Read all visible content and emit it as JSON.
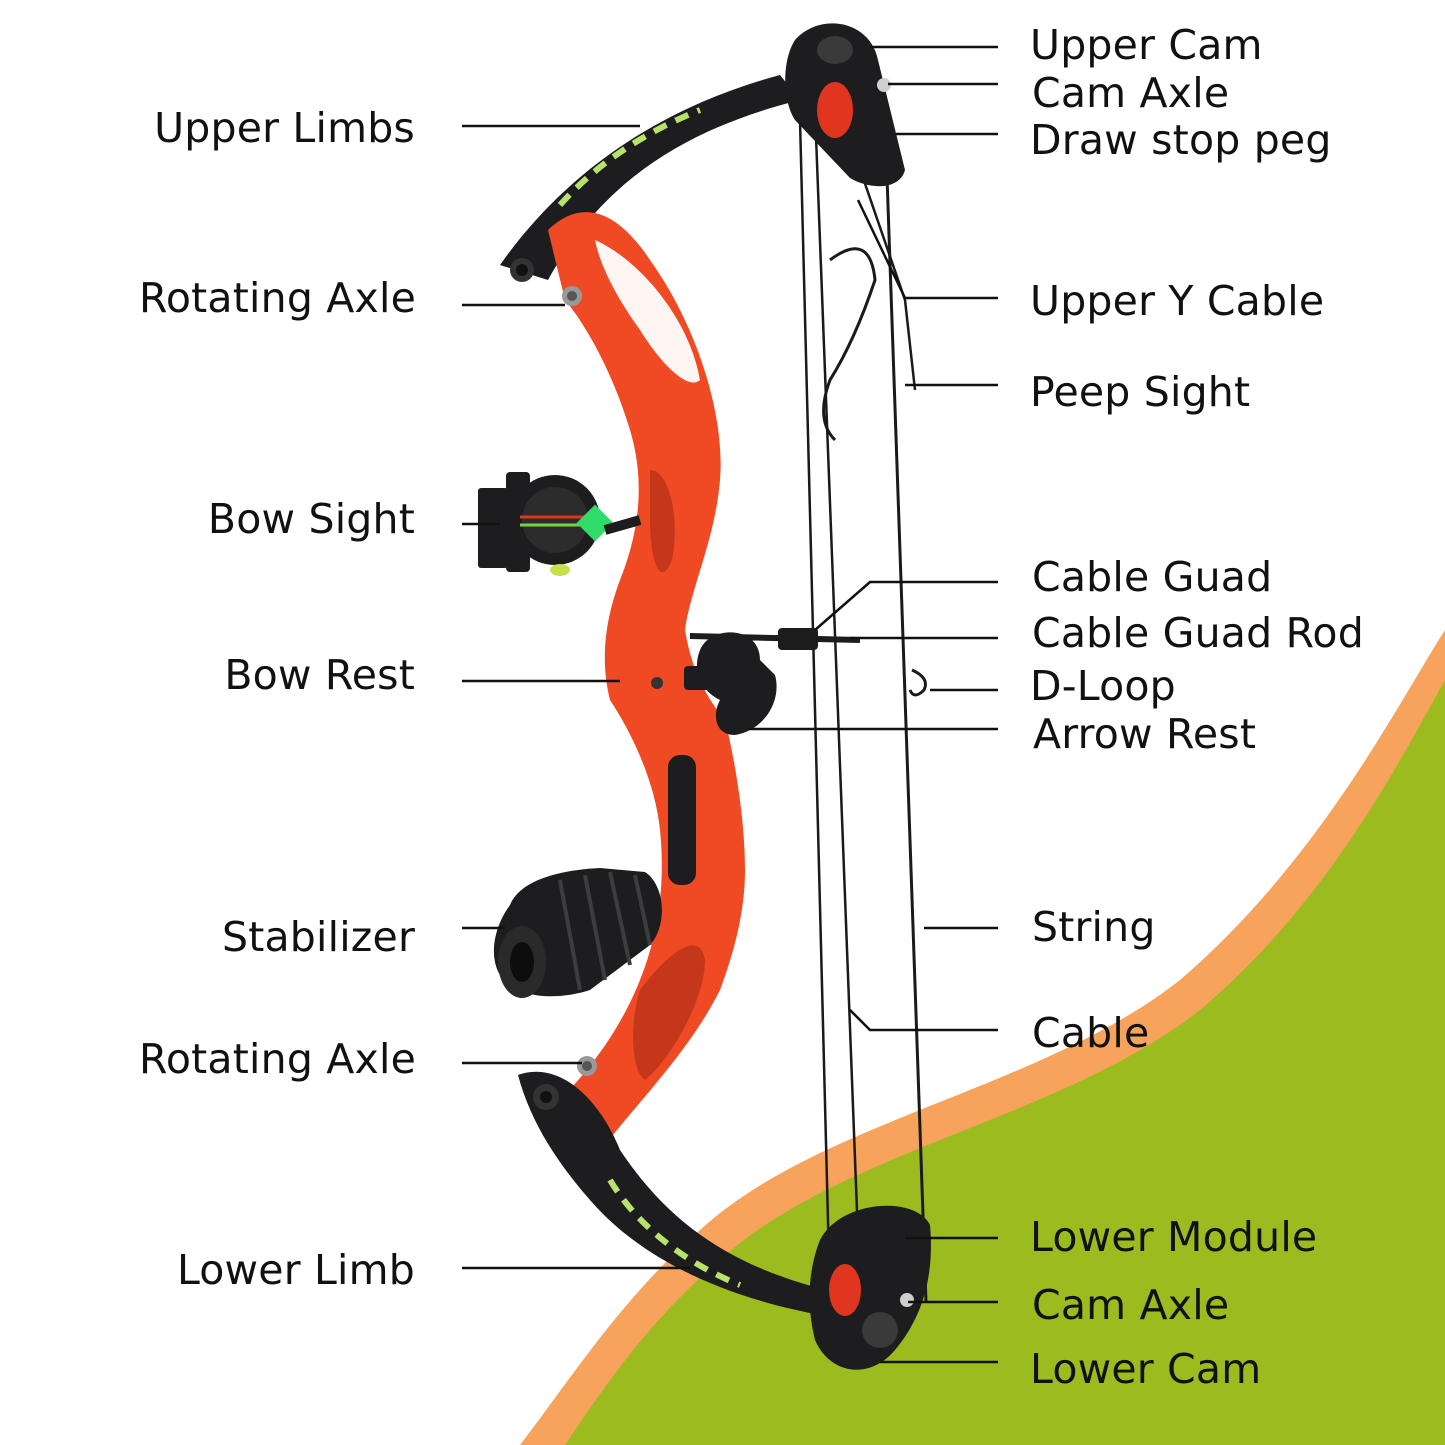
{
  "colors": {
    "background": "#ffffff",
    "green_wave": "#9cbb1f",
    "orange_band": "#f7a35c",
    "riser_red": "#f04a24",
    "limb_black": "#1d1d1f",
    "line": "#111111",
    "limb_graphic": "#b7e36b"
  },
  "labels": {
    "upper_limbs": "Upper Limbs",
    "rotating_axle_top": "Rotating Axle",
    "bow_sight": "Bow Sight",
    "bow_rest": "Bow Rest",
    "stabilizer": "Stabilizer",
    "rotating_axle_bottom": "Rotating Axle",
    "lower_limb": "Lower Limb",
    "upper_cam": "Upper Cam",
    "cam_axle_top": "Cam Axle",
    "draw_stop_peg": "Draw stop peg",
    "upper_y_cable": "Upper Y Cable",
    "peep_sight": "Peep Sight",
    "cable_guad": "Cable Guad",
    "cable_guad_rod": "Cable Guad Rod",
    "d_loop": "D-Loop",
    "arrow_rest": "Arrow Rest",
    "string": "String",
    "cable": "Cable",
    "lower_module": "Lower Module",
    "cam_axle_bottom": "Cam Axle",
    "lower_cam": "Lower Cam"
  },
  "icons": {
    "bow": "compound-bow-illustration",
    "sight": "bow-sight-icon",
    "stabilizer": "stabilizer-icon",
    "arrow_rest": "arrow-rest-icon"
  }
}
